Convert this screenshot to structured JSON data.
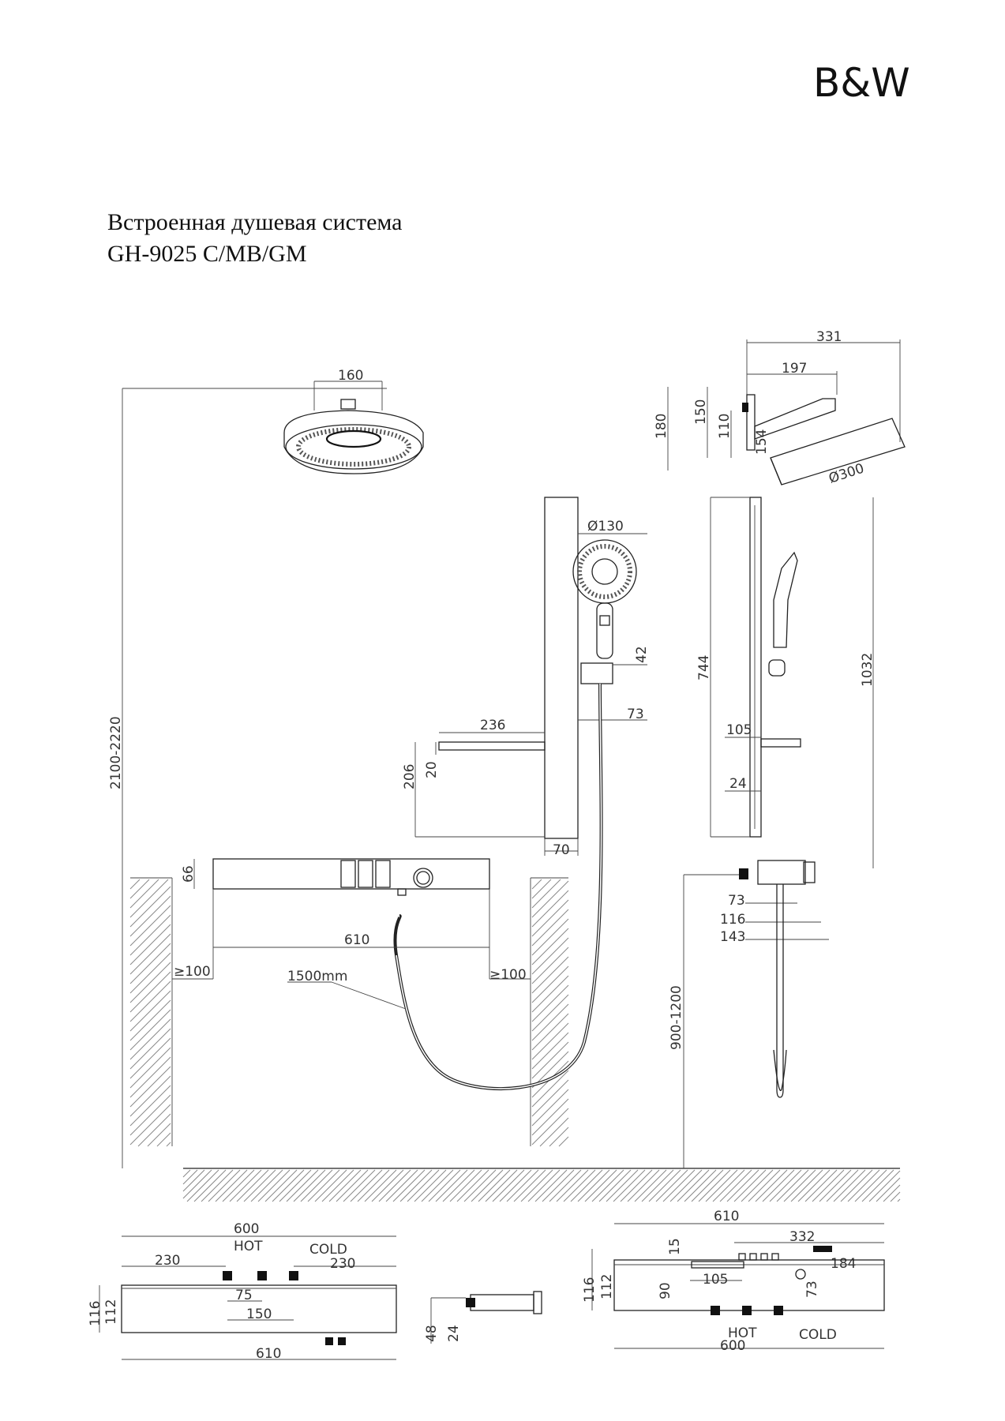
{
  "brand": {
    "logo_text": "B&W"
  },
  "title": {
    "line1": "Встроенная душевая система",
    "line2": "GH-9025 C/MB/GM"
  },
  "dimensions": {
    "head_top_width": "160",
    "side_331": "331",
    "side_197": "197",
    "side_180": "180",
    "side_150": "150",
    "side_110": "110",
    "side_154": "154",
    "head_diameter": "Ø300",
    "hand_diameter": "Ø130",
    "bar_42": "42",
    "bar_73": "73",
    "shelf_236": "236",
    "shelf_20": "20",
    "shelf_206": "206",
    "bar_70": "70",
    "height_range": "2100-2220",
    "side_744": "744",
    "side_1032": "1032",
    "side_105": "105",
    "side_24": "24",
    "panel_66": "66",
    "panel_610": "610",
    "clear_left": "≥100",
    "clear_right": "≥100",
    "hose_length": "1500mm",
    "side_73b": "73",
    "side_116": "116",
    "side_143": "143",
    "mount_range": "900-1200",
    "bottom_600": "600",
    "bottom_230a": "230",
    "bottom_230b": "230",
    "bottom_75": "75",
    "bottom_150": "150",
    "bottom_116": "116",
    "bottom_112": "112",
    "bottom_610": "610",
    "small_48": "48",
    "small_24": "24",
    "right_610": "610",
    "right_332": "332",
    "right_15": "15",
    "right_184": "184",
    "right_116": "116",
    "right_112": "112",
    "right_90": "90",
    "right_105": "105",
    "right_73": "73",
    "right_600": "600"
  },
  "labels": {
    "hot_left": "HOT",
    "cold_left": "COLD",
    "hot_right": "HOT",
    "cold_right": "COLD"
  }
}
